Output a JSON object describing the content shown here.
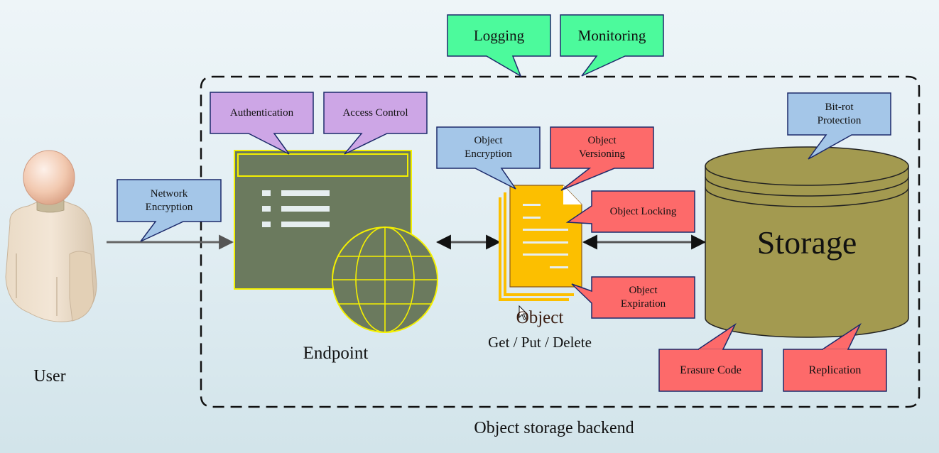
{
  "diagram": {
    "title": "Object storage backend",
    "colors": {
      "background_top": "#eef5f8",
      "background_bottom": "#d2e4ea",
      "callout_green": "#4cfa9c",
      "callout_purple": "#cda6e6",
      "callout_blue": "#a4c6e8",
      "callout_red": "#fd6a6a",
      "callout_border": "#1c2a6b",
      "endpoint_fill": "#6b7a5e",
      "endpoint_stroke": "#f4f000",
      "document_fill": "#fcbf00",
      "storage_fill": "#a39a50"
    },
    "nodes": {
      "user": {
        "label": "User",
        "icon": "person-icon"
      },
      "endpoint": {
        "label": "Endpoint",
        "icon": "web-window-globe-icon"
      },
      "object": {
        "label": "Object",
        "sublabel": "Get / Put / Delete",
        "icon": "document-stack-icon"
      },
      "storage": {
        "label": "Storage",
        "icon": "database-cylinder-icon"
      }
    },
    "callouts": {
      "logging": "Logging",
      "monitoring": "Monitoring",
      "authentication": "Authentication",
      "access_control": "Access Control",
      "network_encryption": [
        "Network",
        "Encryption"
      ],
      "object_encryption": [
        "Object",
        "Encryption"
      ],
      "object_versioning": [
        "Object",
        "Versioning"
      ],
      "object_locking": "Object Locking",
      "object_expiration": [
        "Object",
        "Expiration"
      ],
      "bitrot_protection": [
        "Bit-rot",
        "Protection"
      ],
      "erasure_code": "Erasure Code",
      "replication": "Replication"
    },
    "edges": [
      {
        "from": "user",
        "to": "endpoint",
        "direction": "one-way"
      },
      {
        "from": "endpoint",
        "to": "object",
        "direction": "two-way"
      },
      {
        "from": "object",
        "to": "storage",
        "direction": "two-way"
      }
    ]
  }
}
